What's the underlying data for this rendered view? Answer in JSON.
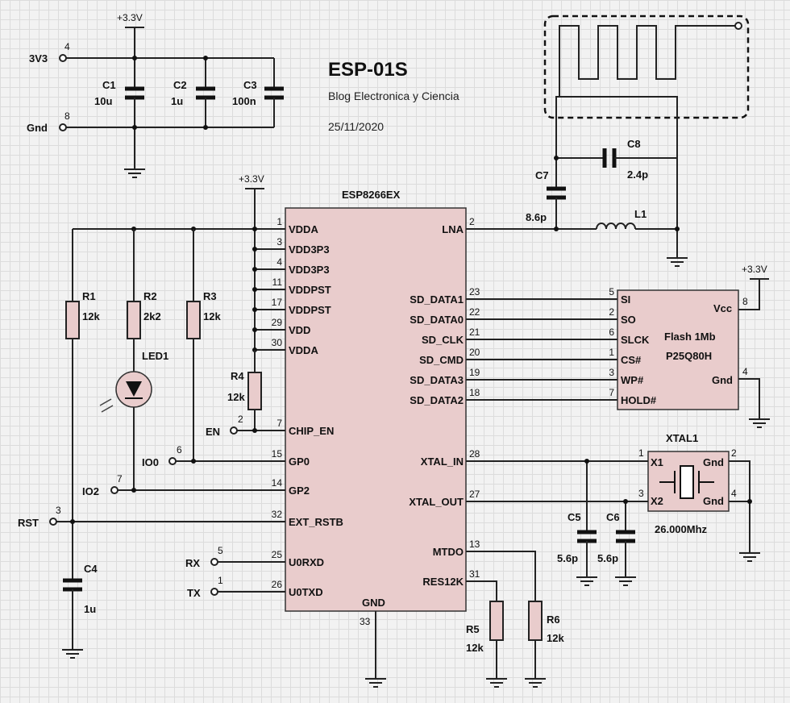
{
  "header": {
    "title": "ESP-01S",
    "blog": "Blog Electronica y Ciencia",
    "date": "25/11/2020"
  },
  "supply": {
    "rail_label": "+3.3V",
    "port_3v3": {
      "label": "3V3",
      "pin": "4"
    },
    "port_gnd": {
      "label": "Gnd",
      "pin": "8"
    },
    "c1": {
      "ref": "C1",
      "value": "10u"
    },
    "c2": {
      "ref": "C2",
      "value": "1u"
    },
    "c3": {
      "ref": "C3",
      "value": "100n"
    }
  },
  "esp": {
    "name": "ESP8266EX",
    "left_pins": [
      {
        "num": "1",
        "name": "VDDA"
      },
      {
        "num": "3",
        "name": "VDD3P3"
      },
      {
        "num": "4",
        "name": "VDD3P3"
      },
      {
        "num": "11",
        "name": "VDDPST"
      },
      {
        "num": "17",
        "name": "VDDPST"
      },
      {
        "num": "29",
        "name": "VDD"
      },
      {
        "num": "30",
        "name": "VDDA"
      },
      {
        "num": "7",
        "name": "CHIP_EN"
      },
      {
        "num": "15",
        "name": "GP0"
      },
      {
        "num": "14",
        "name": "GP2"
      },
      {
        "num": "32",
        "name": "EXT_RSTB"
      },
      {
        "num": "25",
        "name": "U0RXD"
      },
      {
        "num": "26",
        "name": "U0TXD"
      }
    ],
    "right_pins": [
      {
        "num": "2",
        "name": "LNA"
      },
      {
        "num": "23",
        "name": "SD_DATA1"
      },
      {
        "num": "22",
        "name": "SD_DATA0"
      },
      {
        "num": "21",
        "name": "SD_CLK"
      },
      {
        "num": "20",
        "name": "SD_CMD"
      },
      {
        "num": "19",
        "name": "SD_DATA3"
      },
      {
        "num": "18",
        "name": "SD_DATA2"
      },
      {
        "num": "28",
        "name": "XTAL_IN"
      },
      {
        "num": "27",
        "name": "XTAL_OUT"
      },
      {
        "num": "13",
        "name": "MTDO"
      },
      {
        "num": "31",
        "name": "RES12K"
      }
    ],
    "gnd_pin": {
      "num": "33",
      "name": "GND"
    }
  },
  "left_side": {
    "rail_label": "+3.3V",
    "r1": {
      "ref": "R1",
      "value": "12k"
    },
    "r2": {
      "ref": "R2",
      "value": "2k2"
    },
    "r3": {
      "ref": "R3",
      "value": "12k"
    },
    "r4": {
      "ref": "R4",
      "value": "12k"
    },
    "led": {
      "ref": "LED1"
    },
    "c4": {
      "ref": "C4",
      "value": "1u"
    },
    "ports": {
      "en": {
        "label": "EN",
        "pin": "2"
      },
      "io0": {
        "label": "IO0",
        "pin": "6"
      },
      "io2": {
        "label": "IO2",
        "pin": "7"
      },
      "rst": {
        "label": "RST",
        "pin": "3"
      },
      "rx": {
        "label": "RX",
        "pin": "5"
      },
      "tx": {
        "label": "TX",
        "pin": "1"
      }
    }
  },
  "antenna": {
    "c7": {
      "ref": "C7",
      "value": "8.6p"
    },
    "c8": {
      "ref": "C8",
      "value": "2.4p"
    },
    "l1": {
      "ref": "L1"
    }
  },
  "flash": {
    "title": "Flash 1Mb",
    "part": "P25Q80H",
    "rail_label": "+3.3V",
    "left_pins": [
      {
        "num": "5",
        "name": "SI"
      },
      {
        "num": "2",
        "name": "SO"
      },
      {
        "num": "6",
        "name": "SLCK"
      },
      {
        "num": "1",
        "name": "CS#"
      },
      {
        "num": "3",
        "name": "WP#"
      },
      {
        "num": "7",
        "name": "HOLD#"
      }
    ],
    "vcc": {
      "num": "8",
      "name": "Vcc"
    },
    "gnd": {
      "num": "4",
      "name": "Gnd"
    }
  },
  "crystal": {
    "ref": "XTAL1",
    "freq": "26.000Mhz",
    "x1": {
      "num": "1",
      "name": "X1"
    },
    "x2": {
      "num": "3",
      "name": "X2"
    },
    "gnd_a": {
      "num": "2",
      "name": "Gnd"
    },
    "gnd_b": {
      "num": "4",
      "name": "Gnd"
    },
    "c5": {
      "ref": "C5",
      "value": "5.6p"
    },
    "c6": {
      "ref": "C6",
      "value": "5.6p"
    }
  },
  "bottom_right": {
    "r5": {
      "ref": "R5",
      "value": "12k"
    },
    "r6": {
      "ref": "R6",
      "value": "12k"
    }
  }
}
